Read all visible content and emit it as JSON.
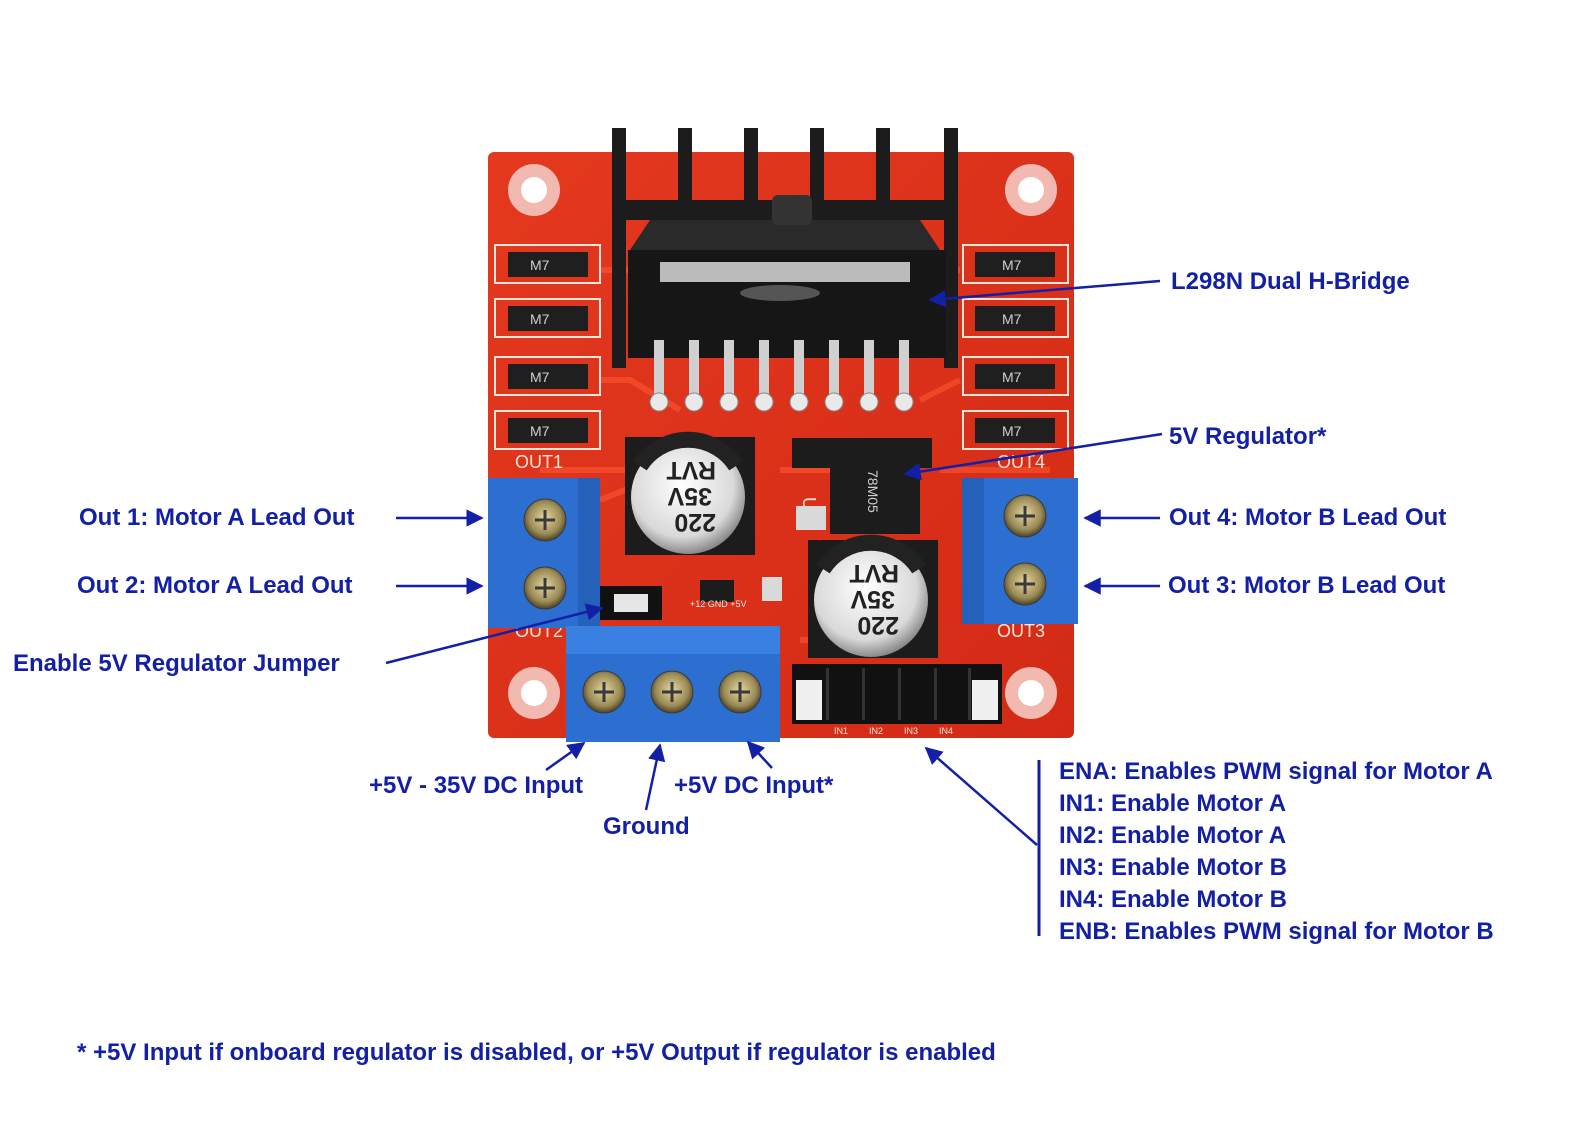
{
  "labels": {
    "hbridge": "L298N Dual H-Bridge",
    "regulator": "5V Regulator*",
    "out1": "Out 1: Motor A Lead Out",
    "out2": "Out 2: Motor A Lead Out",
    "out4": "Out 4: Motor B Lead Out",
    "out3": "Out 3: Motor B Lead Out",
    "jumper": "Enable 5V Regulator Jumper",
    "dc_input": "+5V - 35V DC Input",
    "ground": "Ground",
    "five_v_input": "+5V DC Input*"
  },
  "control_pins": [
    "ENA: Enables PWM signal for Motor A",
    "IN1: Enable Motor A",
    "IN2: Enable Motor A",
    "IN3: Enable Motor B",
    "IN4: Enable Motor B",
    "ENB: Enables PWM signal for Motor B"
  ],
  "footnote": "*  +5V Input if onboard regulator is disabled, or +5V Output if regulator is enabled",
  "board": {
    "silkscreen": {
      "out1": "OUT1",
      "out4": "OUT4",
      "out2": "OUT2",
      "out3": "OUT3",
      "u1": "U1",
      "pins": [
        "IN1",
        "IN2",
        "IN3",
        "IN4"
      ],
      "power_pins": "+12 GND +5V"
    },
    "diode_marking": "M7",
    "capacitor_text": [
      "220",
      "35V",
      "RVT"
    ],
    "regulator_marking": "78M05"
  },
  "colors": {
    "label_text": "#1320a6",
    "arrow": "#1320a6",
    "pcb": "#e0321c",
    "terminal": "#2c6fd1",
    "heatsink": "#1c1c1c"
  }
}
